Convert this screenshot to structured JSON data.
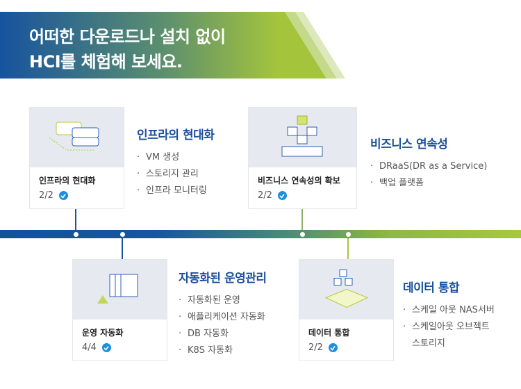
{
  "banner": {
    "line1": "어떠한 다운로드나 설치 없이",
    "line2": "HCI를 체험해 보세요."
  },
  "cards": [
    {
      "name": "인프라의 현대화",
      "progress": "2/2"
    },
    {
      "name": "운영 자동화",
      "progress": "4/4"
    },
    {
      "name": "비즈니스 연속성의 확보",
      "progress": "2/2"
    },
    {
      "name": "데이터 통합",
      "progress": "2/2"
    }
  ],
  "sections": [
    {
      "title": "인프라의 현대화",
      "items": [
        "VM 생성",
        "스토리지 관리",
        "인프라 모니터링"
      ]
    },
    {
      "title": "자동화된 운영관리",
      "items": [
        "자동화된 운영",
        "애플리케이션 자동화",
        "DB 자동화",
        "K8S 자동화"
      ]
    },
    {
      "title": "비즈니스 연속성",
      "items": [
        "DRaaS(DR as a Service)",
        "백업 플랫폼"
      ]
    },
    {
      "title": "데이터 통합",
      "items": [
        "스케일 아웃 NAS서버",
        "스케일아웃 오브젝트 스토리지"
      ]
    }
  ],
  "colors": {
    "blue": "#1a4f9c",
    "green": "#a6c83b",
    "check": "#1b8fe0"
  }
}
